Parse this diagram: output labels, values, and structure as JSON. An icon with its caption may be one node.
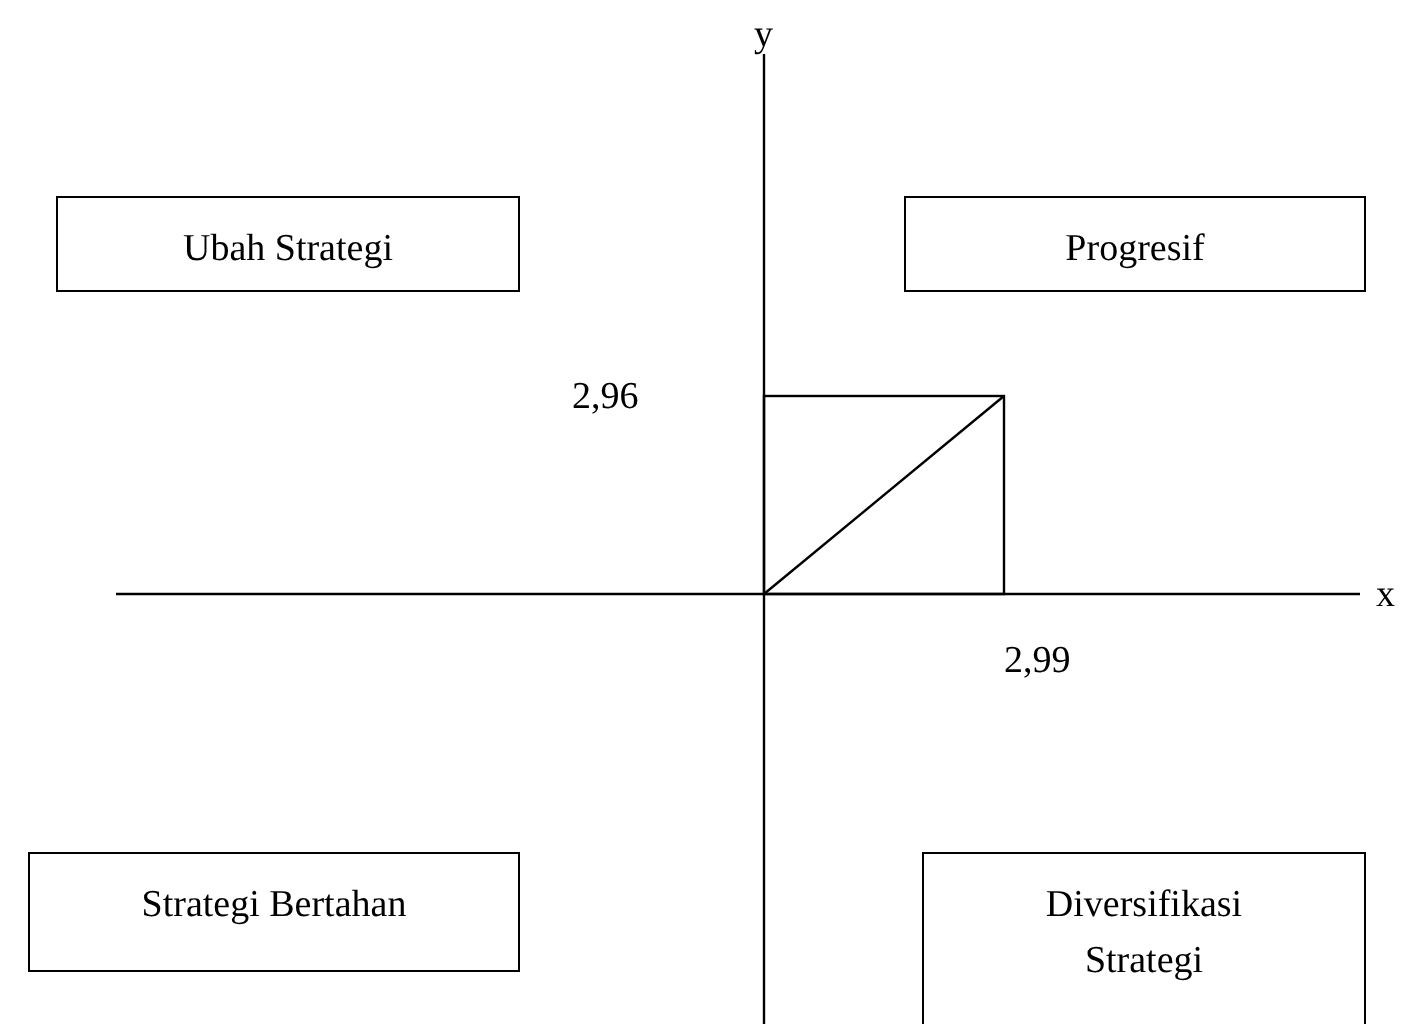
{
  "diagram": {
    "nodes": [
      {
        "text": [
          "Ubah Strategi"
        ]
      },
      {
        "text": [
          "Progresif"
        ]
      },
      {
        "text": [
          "Strategi Bertahan"
        ]
      },
      {
        "text": [
          "Diversifikasi Strategi"
        ]
      }
    ],
    "labels": [
      "y",
      "2,96",
      "x",
      "2,99"
    ]
  }
}
